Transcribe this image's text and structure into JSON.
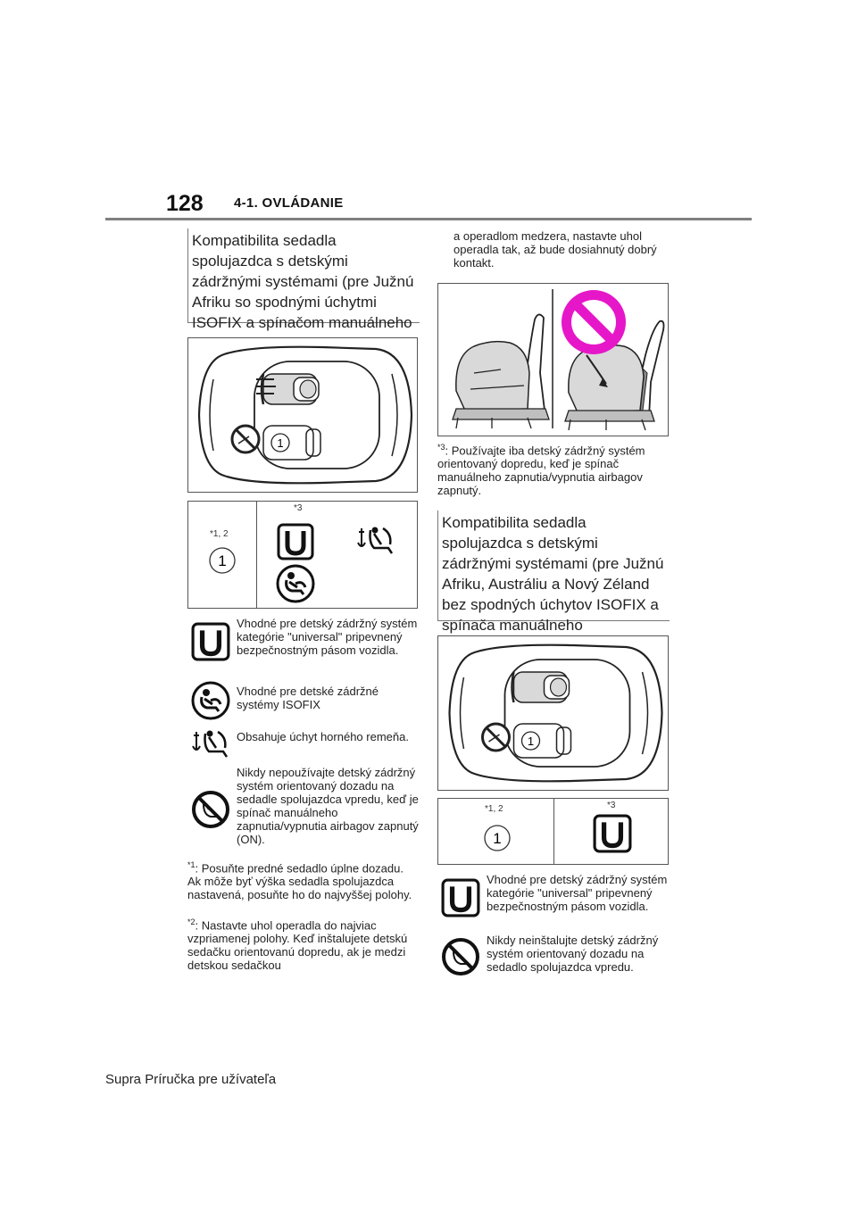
{
  "header": {
    "page_number": "128",
    "section_title": "4-1. OVLÁDANIE"
  },
  "left": {
    "heading": "Kompatibilita sedadla spolujazdca s detskými zádržnými systémami (pre Južnú Afriku so spodnými úchytmi ISOFIX a spínačom manuálneho zapnutia/vypnutia airbagov)",
    "table": {
      "col1_label": "*1, 2",
      "col2_label": "*3",
      "position_number": "1"
    },
    "legend": [
      {
        "icon": "universal-u-icon",
        "text": "Vhodné pre detský zádržný systém kategórie \"universal\" pripevnený bezpečnostným pásom vozidla."
      },
      {
        "icon": "isofix-icon",
        "text": "Vhodné pre detské zádržné systémy ISOFIX"
      },
      {
        "icon": "top-tether-anchor-icon",
        "text": "Obsahuje úchyt horného remeňa."
      },
      {
        "icon": "no-rear-facing-seat-icon",
        "text": "Nikdy nepoužívajte detský zádržný systém orientovaný dozadu na sedadle spolujazdca vpredu, keď je spínač manuálneho zapnutia/vypnutia airbagov zapnutý (ON)."
      }
    ],
    "notes": [
      {
        "mark": "*1",
        "text": ": Posuňte predné sedadlo úplne dozadu. Ak môže byť výška sedadla spolujazdca nastavená, posuňte ho do najvyššej polohy."
      },
      {
        "mark": "*2",
        "text": ": Nastavte uhol operadla do najviac vzpriamenej polohy. Keď inštalujete detskú sedačku orientovanú dopredu, ak je medzi detskou sedačkou"
      }
    ]
  },
  "right": {
    "continuation": "a operadlom medzera, nastavte uhol operadla tak, až bude dosiahnutý dobrý kontakt.",
    "note3": {
      "mark": "*3",
      "text": ": Používajte iba detský zádržný systém orientovaný dopredu, keď je spínač manuálneho zapnutia/vypnutia airbagov zapnutý."
    },
    "heading": "Kompatibilita sedadla spolujazdca s detskými zádržnými systémami (pre Južnú Afriku, Austráliu a Nový Zéland bez spodných úchytov ISOFIX a spínača manuálneho zapnutia/vypnutia airbagov)",
    "table": {
      "col1_label": "*1, 2",
      "col2_label": "*3",
      "position_number": "1"
    },
    "legend": [
      {
        "icon": "universal-u-icon",
        "text": "Vhodné pre detský zádržný systém kategórie \"universal\" pripevnený bezpečnostným pásom vozidla."
      },
      {
        "icon": "no-rear-facing-seat-icon",
        "text": "Nikdy neinštalujte detský zádržný systém orientovaný dozadu na sedadlo spolujazdca vpredu."
      }
    ]
  },
  "footer": "Supra Príručka pre užívateľa",
  "colors": {
    "prohibition": "#e617c9",
    "rule": "#7f7f7f",
    "seat_fill": "#d9d9d9"
  }
}
